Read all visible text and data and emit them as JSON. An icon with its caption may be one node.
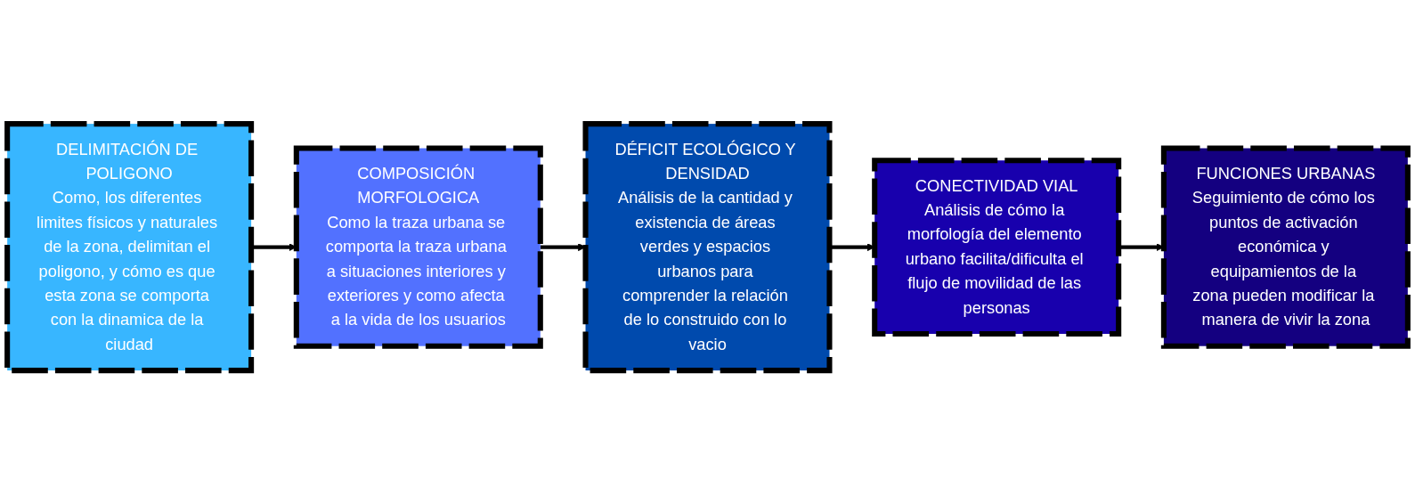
{
  "diagram": {
    "nodes": [
      {
        "text": [
          "DELIMITACIÓN DE POLIGONO",
          "Como, los diferentes limites físicos y naturales de la zona, delimitan el poligono, y cómo es que esta zona se comporta con la dinamica de la ciudad"
        ]
      },
      {
        "text": [
          "COMPOSICIÓN MORFOLOGICA",
          "Como la traza urbana se comporta la traza urbana a situaciones interiores y exteriores y como afecta a la vida de los usuarios"
        ]
      },
      {
        "text": [
          "DÉFICIT ECOLÓGICO Y DENSIDAD",
          "Análisis de la cantidad y existencia de áreas verdes y espacios urbanos para comprender la relación de lo construido con lo vacio"
        ]
      },
      {
        "text": [
          "CONECTIVIDAD VIAL",
          "Análisis de cómo la morfología del elemento urbano facilita/dificulta el flujo de movilidad de las personas"
        ]
      },
      {
        "text": [
          "FUNCIONES URBANAS",
          "Seguimiento de cómo los puntos de activación económica y equipamientos de la zona pueden modificar la manera de vivir la zona"
        ]
      }
    ],
    "edges": [
      {
        "from": 0,
        "to": 1,
        "arrow": "to"
      },
      {
        "from": 1,
        "to": 2,
        "arrow": "to"
      },
      {
        "from": 2,
        "to": 3,
        "arrow": "to"
      },
      {
        "from": 3,
        "to": 4,
        "arrow": "to"
      }
    ]
  }
}
